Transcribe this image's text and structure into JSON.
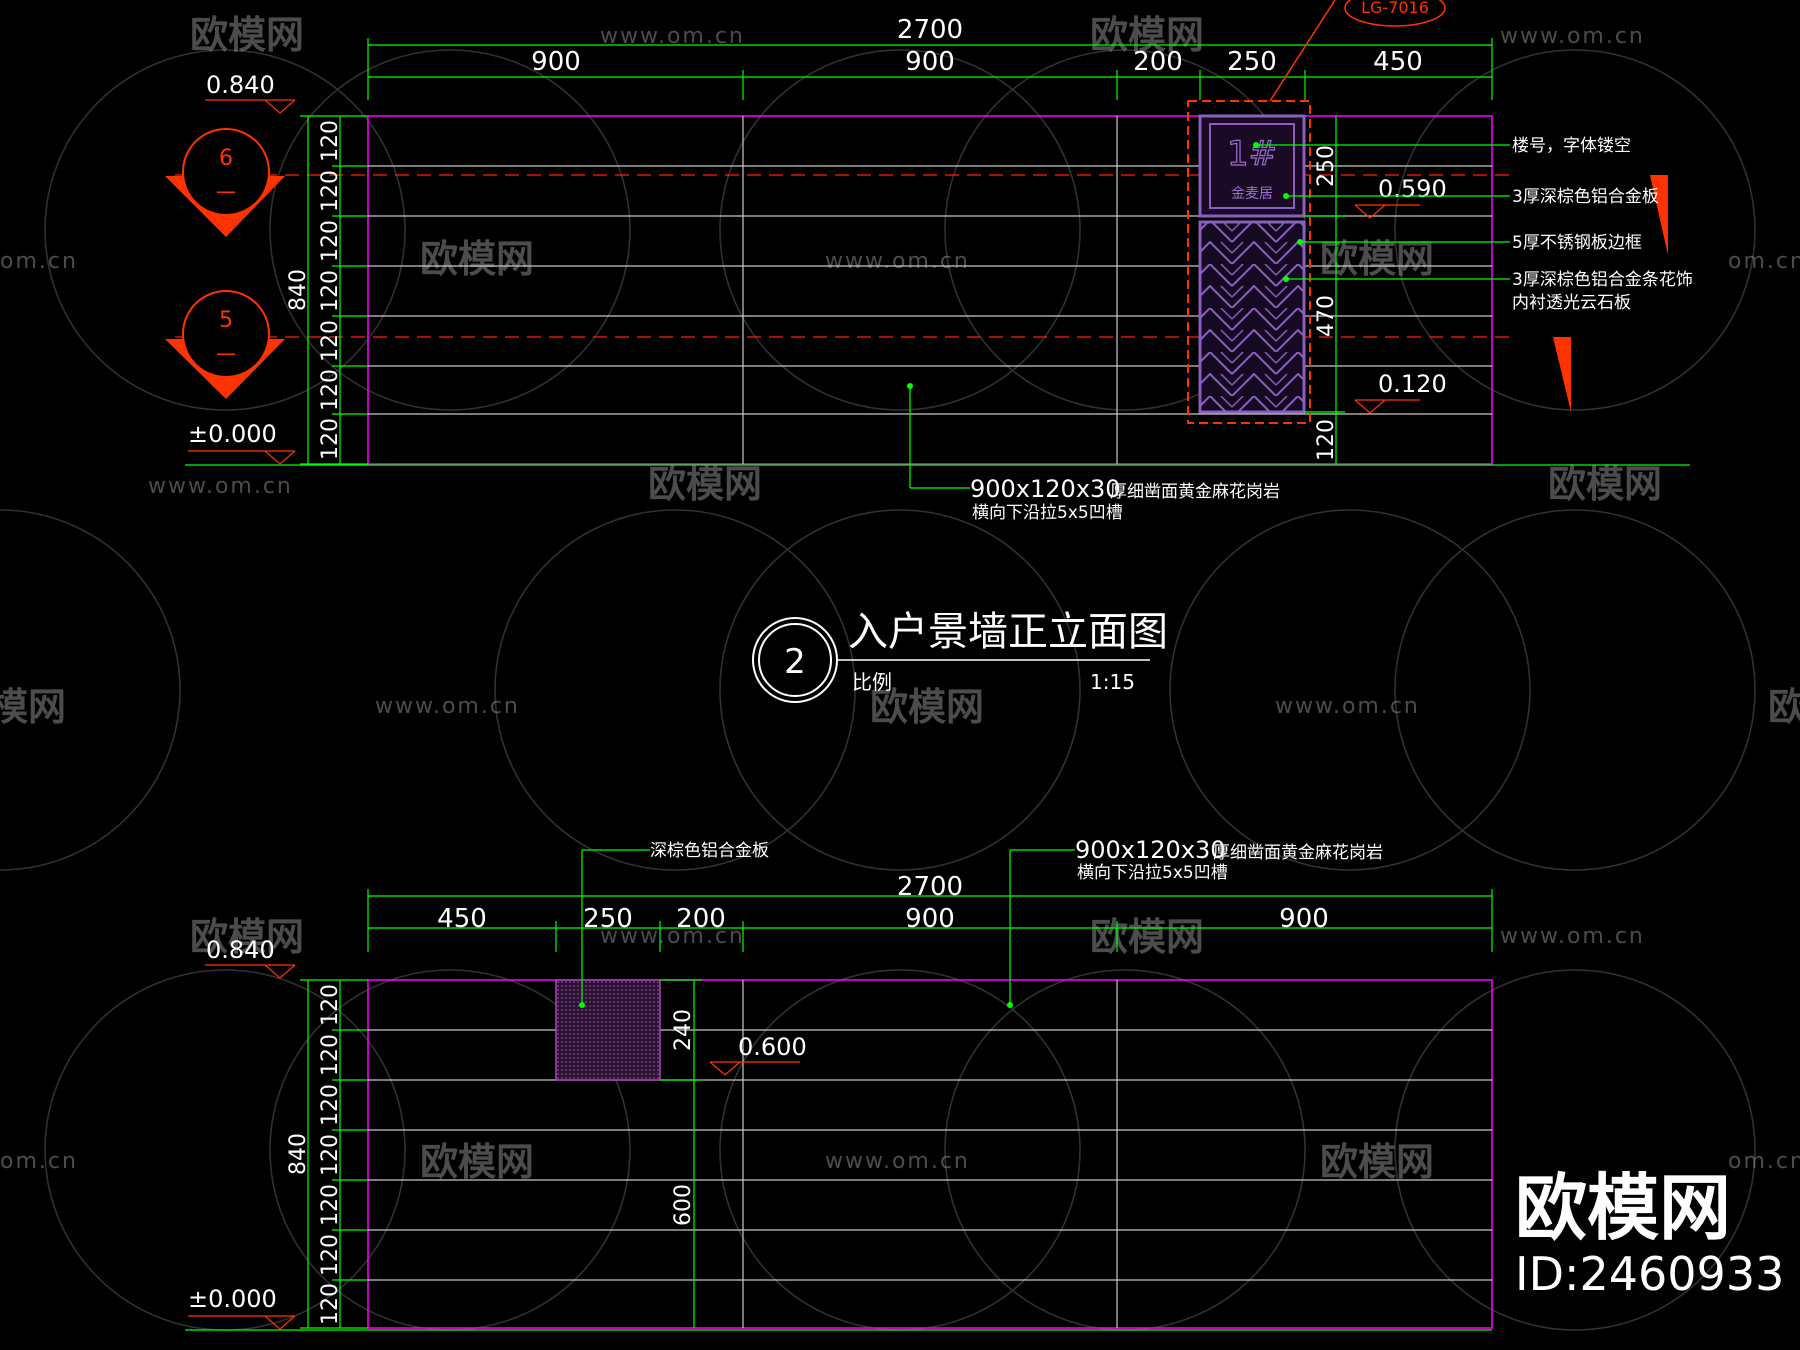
{
  "watermark": {
    "brand": "欧模网",
    "url": "www.om.cn",
    "partial_url": "om.cn",
    "partial_brand": "模网"
  },
  "corner_brand": {
    "name": "欧模网",
    "id": "ID:2460933"
  },
  "top_elevation": {
    "total_dim": "2700",
    "segment_dims": [
      "900",
      "900",
      "200",
      "250",
      "450"
    ],
    "levels": {
      "top": "0.840",
      "base": "±0.000",
      "mid": "0.590",
      "low": "0.120"
    },
    "row_dims": [
      "120",
      "120",
      "120",
      "120",
      "120",
      "120",
      "120"
    ],
    "height_dim": "840",
    "sign_dims": {
      "upper": "250",
      "lower": "470",
      "base": "120"
    },
    "section_markers": [
      {
        "number": "6",
        "dash": "—"
      },
      {
        "number": "5",
        "dash": "—"
      }
    ],
    "cut_tag": "LG-7016",
    "sign_text": {
      "number": "1#",
      "name": "金麦居"
    },
    "callouts": [
      "楼号，字体镂空",
      "3厚深棕色铝合金板",
      "5厚不锈钢板边框",
      "3厚深棕色铝合金条花饰",
      "内衬透光云石板"
    ],
    "stone_note": {
      "size": "900x120x30",
      "material": "厚细凿面黄金麻花岗岩",
      "groove": "横向下沿拉5x5凹槽"
    }
  },
  "title_block": {
    "number": "2",
    "title": "入户景墙正立面图",
    "scale_label": "比例",
    "scale": "1:15"
  },
  "bottom_elevation": {
    "total_dim": "2700",
    "segment_dims": [
      "450",
      "250",
      "200",
      "900",
      "900"
    ],
    "levels": {
      "top": "0.840",
      "base": "±0.000",
      "mid": "0.600"
    },
    "row_dims": [
      "120",
      "120",
      "120",
      "120",
      "120",
      "120",
      "120"
    ],
    "height_dim": "840",
    "panel_dims": {
      "panel": "240",
      "to_base": "600"
    },
    "panel_note": "深棕色铝合金板",
    "stone_note": {
      "size": "900x120x30",
      "material": "厚细凿面黄金麻花岗岩",
      "groove": "横向下沿拉5x5凹槽"
    }
  },
  "colors": {
    "dimension": "#00ff00",
    "wall_outline": "#ff00ff",
    "sign_frame": "#7a3fb0",
    "marker": "#ff3300",
    "centerline": "#ff2200",
    "annotation": "#ffffff",
    "background": "#000000"
  }
}
